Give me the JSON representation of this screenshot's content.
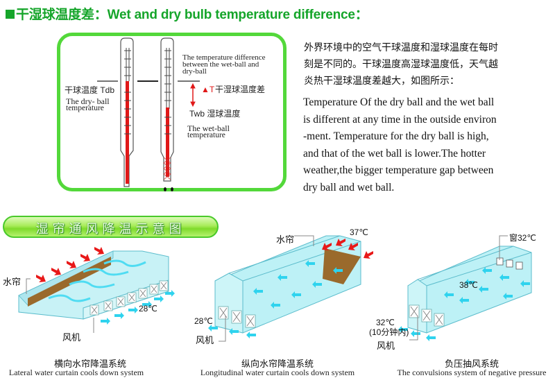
{
  "header": {
    "title": "干湿球温度差：Wet and dry bulb temperature difference：",
    "accent_color": "#15a52a"
  },
  "thermometer_panel": {
    "border_color": "#53d83a",
    "dry_bulb": {
      "label_cn": "干球温度  Tdb",
      "label_en_line1": "The dry- ball",
      "label_en_line2": "temperature"
    },
    "difference": {
      "label_en_line1": "The temperature difference",
      "label_en_line2": "between the wet-ball  and",
      "label_en_line3": "dry-ball",
      "delta_symbol": "▲T",
      "delta_label_cn": "干湿球温度差"
    },
    "wet_bulb": {
      "label_cn": "Twb 湿球温度",
      "label_en_line1": "The wet-ball",
      "label_en_line2": "temperature"
    },
    "mercury_color": "#e01818"
  },
  "description": {
    "cn_lines": [
      "外界环境中的空气干球温度和湿球温度在每时",
      "刻是不同的。干球温度高湿球温度低，天气越",
      "炎热干湿球温度差越大，如图所示："
    ],
    "en_lines": [
      "Temperature Of the dry ball and the wet ball",
      "is different at any time in the outside environ",
      "-ment.  Temperature for the dry ball is high,",
      "and that of the wet ball is lower.The hotter",
      "weather,the bigger temperature gap between",
      "dry ball and wet ball."
    ]
  },
  "banner": {
    "label": "湿帘通风降温示意图"
  },
  "systems": [
    {
      "curtain_label": "水帘",
      "fan_label": "风机",
      "temp_out": "28℃",
      "caption_cn": "横向水帘降温系统",
      "caption_en": "Lateral water curtain cools down system"
    },
    {
      "curtain_label": "水帘",
      "fan_label": "风机",
      "temp_in": "37℃",
      "temp_out": "28℃",
      "caption_cn": "纵向水帘降温系统",
      "caption_en": "Longitudinal water curtain cools down system"
    },
    {
      "window_label": "窗32℃",
      "temp_inside": "38℃",
      "temp_out_line1": "32℃",
      "temp_out_line2": "(10分钟内)",
      "fan_label": "风机",
      "caption_cn": "负压抽风系统",
      "caption_en": "The convulsions system of negative pressure"
    }
  ],
  "colors": {
    "building_fill": "#bdf1f6",
    "building_stroke": "#6cc8d6",
    "cool_air": "#2fd3ee",
    "hot_air": "#e81818",
    "pad": "#9a6a2c"
  }
}
